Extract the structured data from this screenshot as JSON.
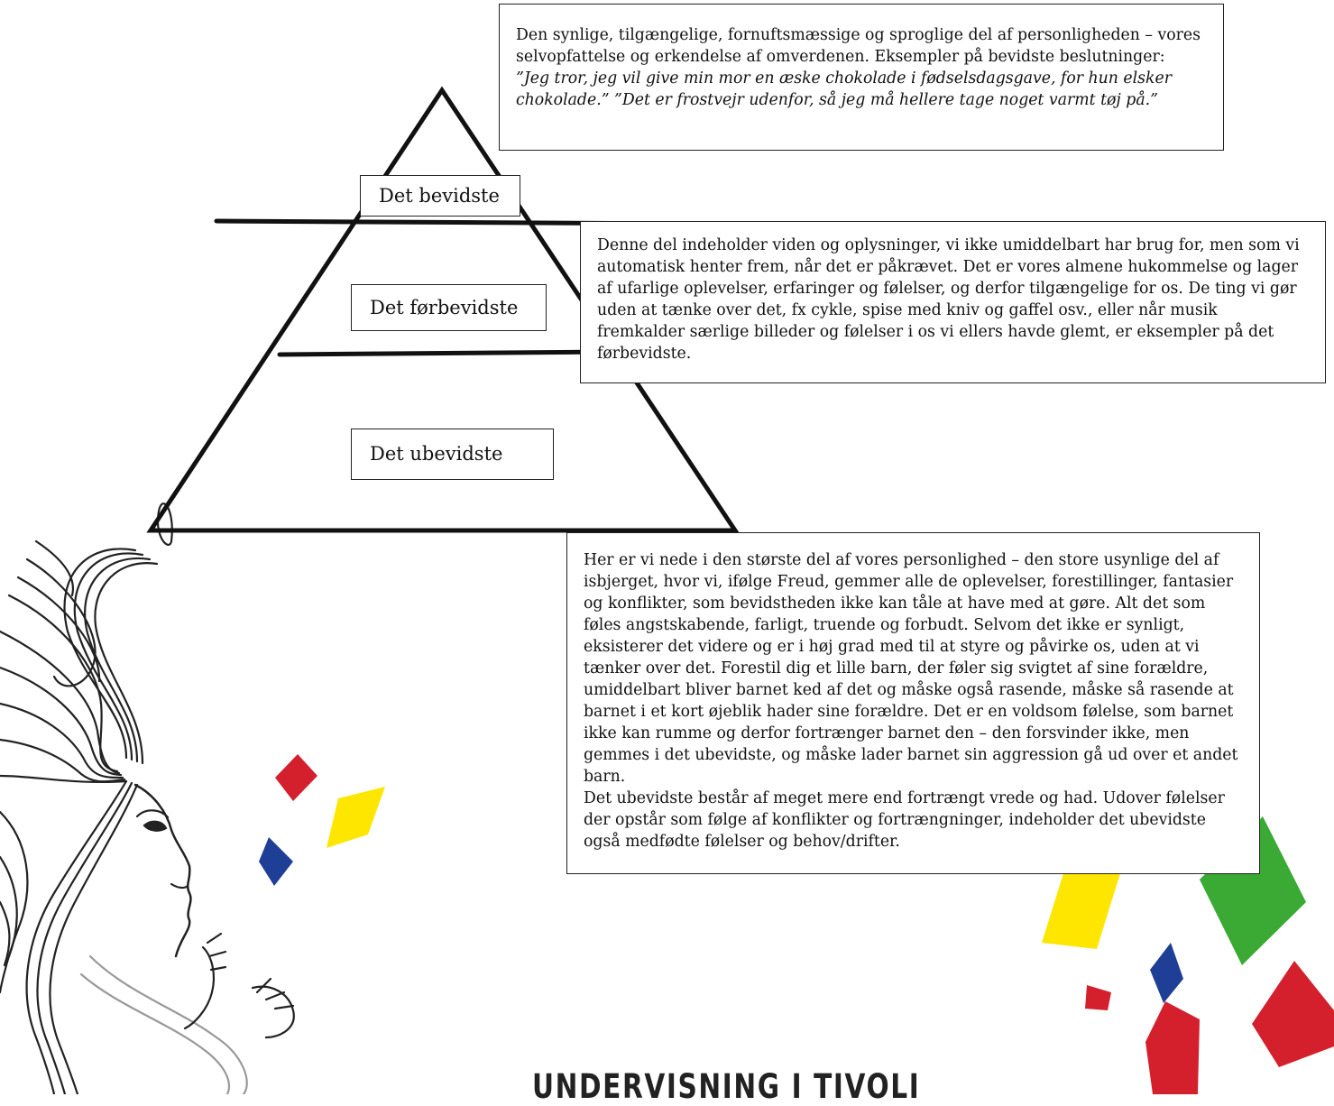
{
  "levels": [
    {
      "label": "Det bevidste"
    },
    {
      "label": "Det førbevidste"
    },
    {
      "label": "Det ubevidste"
    }
  ],
  "descriptions": {
    "conscious": {
      "text": "Den synlige, tilgængelige, fornuftsmæssige og sproglige del af personligheden – vores selvopfattelse og erkendelse af omverdenen. Eksempler på bevidste beslutninger:",
      "example": "”Jeg tror, jeg vil give min mor en æske chokolade i fødselsdagsgave, for hun elsker chokolade.” ”Det er frostvejr udenfor, så jeg må hellere tage noget varmt tøj på.”"
    },
    "preconscious": {
      "text": "Denne del indeholder viden og oplysninger, vi ikke umiddelbart har brug for, men som vi automatisk henter frem, når det er påkrævet. Det er vores almene hukommelse og lager af ufarlige oplevelser, erfaringer og følelser, og derfor tilgængelige for os. De ting vi gør uden at tænke over det, fx cykle, spise med kniv og gaffel osv., eller når musik fremkalder særlige billeder og følelser i os vi ellers havde glemt, er eksempler på det førbevidste."
    },
    "unconscious": {
      "paragraph1": "Her er vi nede i den største del af vores personlighed – den store usynlige del af isbjerget, hvor vi, ifølge Freud, gemmer alle de oplevelser, forestillinger, fantasier og konflikter, som bevidstheden ikke kan tåle at have med at gøre. Alt det som føles angstskabende, farligt, truende og forbudt. Selvom det ikke er synligt, eksisterer det videre og er i høj grad med til at styre og påvirke os, uden at vi tænker over det. Forestil dig et lille barn, der føler sig svigtet af sine forældre, umiddelbart bliver barnet ked af det og måske også rasende, måske så rasende at barnet i et kort øjeblik hader sine forældre. Det er en voldsom følelse, som barnet ikke kan rumme og derfor fortrænger barnet den – den forsvinder ikke, men gemmes i det ubevidste, og måske lader barnet sin aggression gå ud over et andet barn.",
      "paragraph2": "Det ubevidste består af meget mere end fortrængt vrede og had. Udover følelser der opstår som følge af konflikter og fortrængninger, indeholder det ubevidste også medfødte følelser og behov/drifter."
    }
  },
  "footer": {
    "text": "UNDERVISNING I TIVOLI"
  },
  "colors": {
    "red": "#d4202c",
    "yellow": "#ffe600",
    "blue": "#1f3e96",
    "green": "#3aaa35",
    "line": "#111111"
  },
  "icons": [
    "woman-with-flowing-hair-illustration",
    "colored-diamond-shapes"
  ]
}
